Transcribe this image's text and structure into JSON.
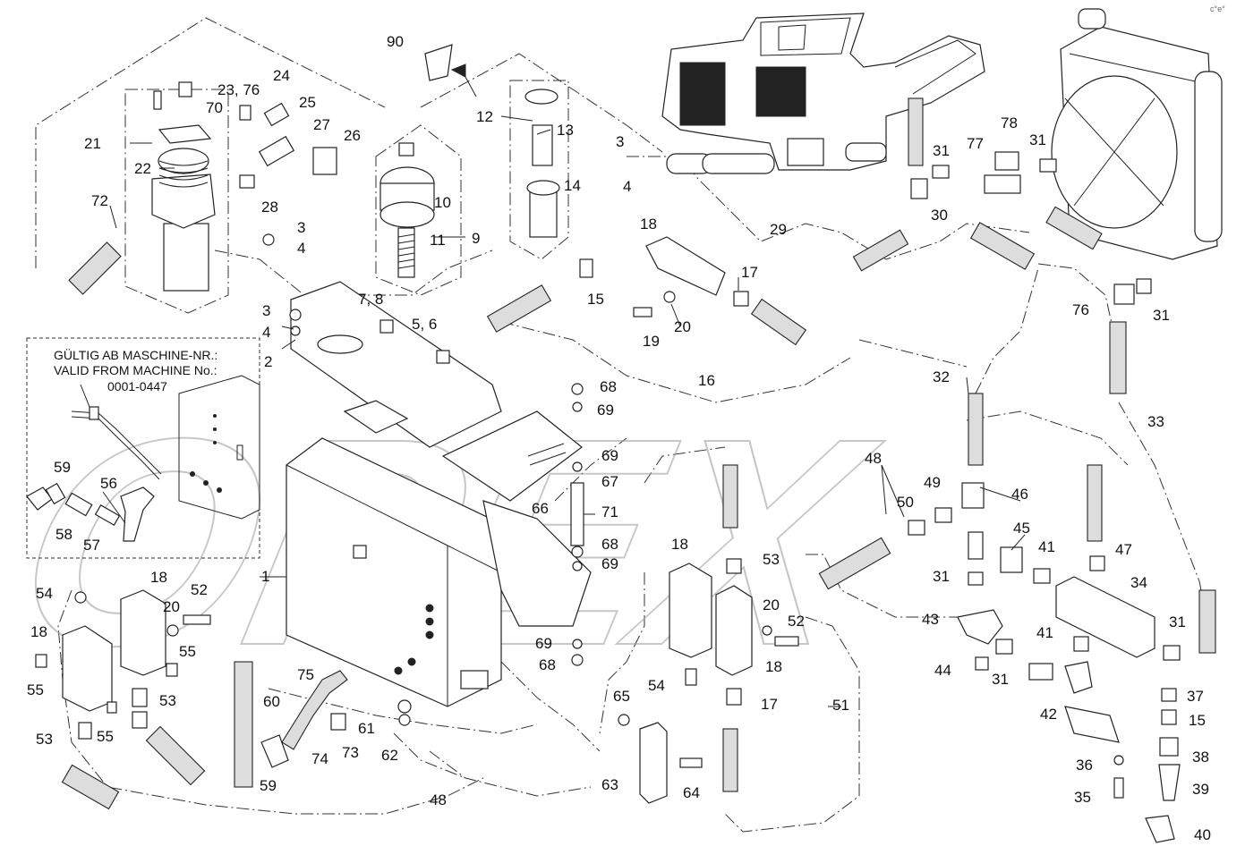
{
  "watermark": "OPEX",
  "corner_mark": "c°e°",
  "inset_note": {
    "line1": "GÜLTIG AB MASCHINE-NR.:",
    "line2": "VALID FROM MACHINE No.:",
    "line3": "0001-0447"
  },
  "callouts": [
    {
      "id": "c90",
      "text": "90"
    },
    {
      "id": "c12",
      "text": "12"
    },
    {
      "id": "c13",
      "text": "13"
    },
    {
      "id": "c3a",
      "text": "3"
    },
    {
      "id": "c4a",
      "text": "4"
    },
    {
      "id": "c14",
      "text": "14"
    },
    {
      "id": "c10",
      "text": "10"
    },
    {
      "id": "c11",
      "text": "11"
    },
    {
      "id": "c9",
      "text": "9"
    },
    {
      "id": "c23",
      "text": "23, 76"
    },
    {
      "id": "c24",
      "text": "24"
    },
    {
      "id": "c70",
      "text": "70"
    },
    {
      "id": "c25",
      "text": "25"
    },
    {
      "id": "c27",
      "text": "27"
    },
    {
      "id": "c26",
      "text": "26"
    },
    {
      "id": "c21",
      "text": "21"
    },
    {
      "id": "c22",
      "text": "22"
    },
    {
      "id": "c28",
      "text": "28"
    },
    {
      "id": "c72",
      "text": "72"
    },
    {
      "id": "c3b",
      "text": "3"
    },
    {
      "id": "c4b",
      "text": "4"
    },
    {
      "id": "c3c",
      "text": "3"
    },
    {
      "id": "c4c",
      "text": "4"
    },
    {
      "id": "c2",
      "text": "2"
    },
    {
      "id": "c78",
      "text": "7, 8"
    },
    {
      "id": "c56b",
      "text": "5, 6"
    },
    {
      "id": "c18a",
      "text": "18"
    },
    {
      "id": "c17a",
      "text": "17"
    },
    {
      "id": "c15a",
      "text": "15"
    },
    {
      "id": "c19",
      "text": "19"
    },
    {
      "id": "c20a",
      "text": "20"
    },
    {
      "id": "c16",
      "text": "16"
    },
    {
      "id": "c29",
      "text": "29"
    },
    {
      "id": "c31a",
      "text": "31"
    },
    {
      "id": "c30",
      "text": "30"
    },
    {
      "id": "c77",
      "text": "77"
    },
    {
      "id": "c78b",
      "text": "78"
    },
    {
      "id": "c31b",
      "text": "31"
    },
    {
      "id": "c76",
      "text": "76"
    },
    {
      "id": "c31c",
      "text": "31"
    },
    {
      "id": "c32",
      "text": "32"
    },
    {
      "id": "c33",
      "text": "33"
    },
    {
      "id": "c68a",
      "text": "68"
    },
    {
      "id": "c69a",
      "text": "69"
    },
    {
      "id": "c69b",
      "text": "69"
    },
    {
      "id": "c67",
      "text": "67"
    },
    {
      "id": "c71",
      "text": "71"
    },
    {
      "id": "c68b",
      "text": "68"
    },
    {
      "id": "c69c",
      "text": "69"
    },
    {
      "id": "c66",
      "text": "66"
    },
    {
      "id": "c1",
      "text": "1"
    },
    {
      "id": "c59a",
      "text": "59"
    },
    {
      "id": "c56",
      "text": "56"
    },
    {
      "id": "c58",
      "text": "58"
    },
    {
      "id": "c57",
      "text": "57"
    },
    {
      "id": "c54a",
      "text": "54"
    },
    {
      "id": "c18b",
      "text": "18"
    },
    {
      "id": "c52a",
      "text": "52"
    },
    {
      "id": "c18c",
      "text": "18"
    },
    {
      "id": "c20b",
      "text": "20"
    },
    {
      "id": "c55a",
      "text": "55"
    },
    {
      "id": "c55b",
      "text": "55"
    },
    {
      "id": "c53a",
      "text": "53"
    },
    {
      "id": "c53b",
      "text": "53"
    },
    {
      "id": "c55c",
      "text": "55"
    },
    {
      "id": "c60",
      "text": "60"
    },
    {
      "id": "c75",
      "text": "75"
    },
    {
      "id": "c59b",
      "text": "59"
    },
    {
      "id": "c74",
      "text": "74"
    },
    {
      "id": "c73",
      "text": "73"
    },
    {
      "id": "c61",
      "text": "61"
    },
    {
      "id": "c62",
      "text": "62"
    },
    {
      "id": "c48a",
      "text": "48"
    },
    {
      "id": "c69d",
      "text": "69"
    },
    {
      "id": "c68c",
      "text": "68"
    },
    {
      "id": "c65",
      "text": "65"
    },
    {
      "id": "c63",
      "text": "63"
    },
    {
      "id": "c64",
      "text": "64"
    },
    {
      "id": "c18d",
      "text": "18"
    },
    {
      "id": "c53c",
      "text": "53"
    },
    {
      "id": "c20c",
      "text": "20"
    },
    {
      "id": "c52b",
      "text": "52"
    },
    {
      "id": "c18e",
      "text": "18"
    },
    {
      "id": "c54b",
      "text": "54"
    },
    {
      "id": "c17b",
      "text": "17"
    },
    {
      "id": "c51",
      "text": "51"
    },
    {
      "id": "c48b",
      "text": "48"
    },
    {
      "id": "c50",
      "text": "50"
    },
    {
      "id": "c49",
      "text": "49"
    },
    {
      "id": "c46",
      "text": "46"
    },
    {
      "id": "c45",
      "text": "45"
    },
    {
      "id": "c31d",
      "text": "31"
    },
    {
      "id": "c41a",
      "text": "41"
    },
    {
      "id": "c47",
      "text": "47"
    },
    {
      "id": "c34",
      "text": "34"
    },
    {
      "id": "c43",
      "text": "43"
    },
    {
      "id": "c41b",
      "text": "41"
    },
    {
      "id": "c31e",
      "text": "31"
    },
    {
      "id": "c44",
      "text": "44"
    },
    {
      "id": "c31f",
      "text": "31"
    },
    {
      "id": "c42",
      "text": "42"
    },
    {
      "id": "c37",
      "text": "37"
    },
    {
      "id": "c15b",
      "text": "15"
    },
    {
      "id": "c38",
      "text": "38"
    },
    {
      "id": "c36",
      "text": "36"
    },
    {
      "id": "c39",
      "text": "39"
    },
    {
      "id": "c35",
      "text": "35"
    },
    {
      "id": "c40",
      "text": "40"
    }
  ]
}
